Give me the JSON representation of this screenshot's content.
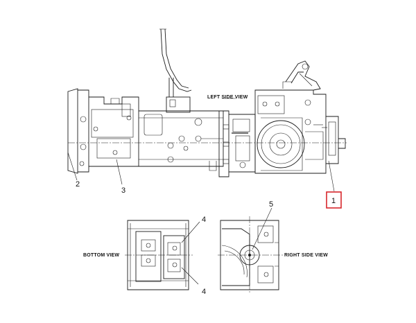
{
  "view_labels": {
    "left_side": "LEFT SIDE VIEW",
    "bottom": "BOTTOM VIEW",
    "right_side": "RIGHT SIDE VIEW"
  },
  "callouts": {
    "c1": "1",
    "c2": "2",
    "c3": "3",
    "c4_top": "4",
    "c4_bottom": "4",
    "c5": "5"
  },
  "colors": {
    "line": "#1a1a1a",
    "highlight": "#d7262b",
    "background": "#ffffff"
  }
}
